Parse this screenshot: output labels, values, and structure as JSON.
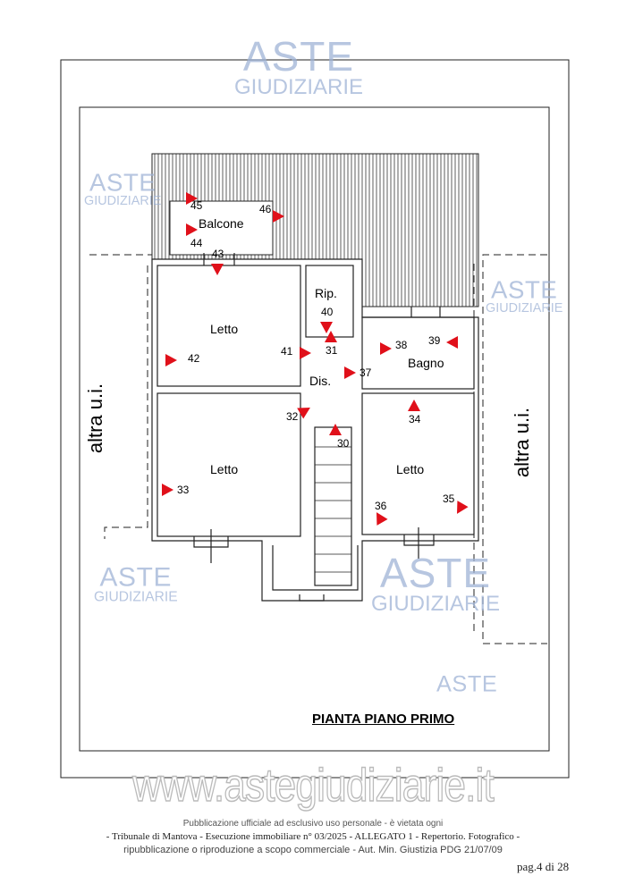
{
  "watermark": {
    "line1": "ASTE",
    "line2": "GIUDIZIARIE",
    "site": "www.astegiudiziarie.it"
  },
  "plan": {
    "title": "PIANTA PIANO PRIMO",
    "neighbor_label": "altra u.i.",
    "rooms": {
      "balcone": "Balcone",
      "letto": "Letto",
      "rip": "Rip.",
      "bagno": "Bagno",
      "dis": "Dis."
    },
    "markers": [
      "45",
      "46",
      "44",
      "43",
      "40",
      "31",
      "41",
      "42",
      "38",
      "39",
      "37",
      "32",
      "30",
      "34",
      "33",
      "36",
      "35"
    ],
    "marker_color": "#e0101a"
  },
  "footer": {
    "line1": "- Tribunale di Mantova - Esecuzione immobiliare n° 03/2025 - ALLEGATO 1 - Repertorio. Fotografico -",
    "notice1": "Pubblicazione ufficiale ad esclusivo uso personale - è vietata ogni",
    "notice2": "ripubblicazione o riproduzione a scopo commerciale - Aut. Min. Giustizia PDG 21/07/09",
    "page": "pag.4 di 28"
  }
}
